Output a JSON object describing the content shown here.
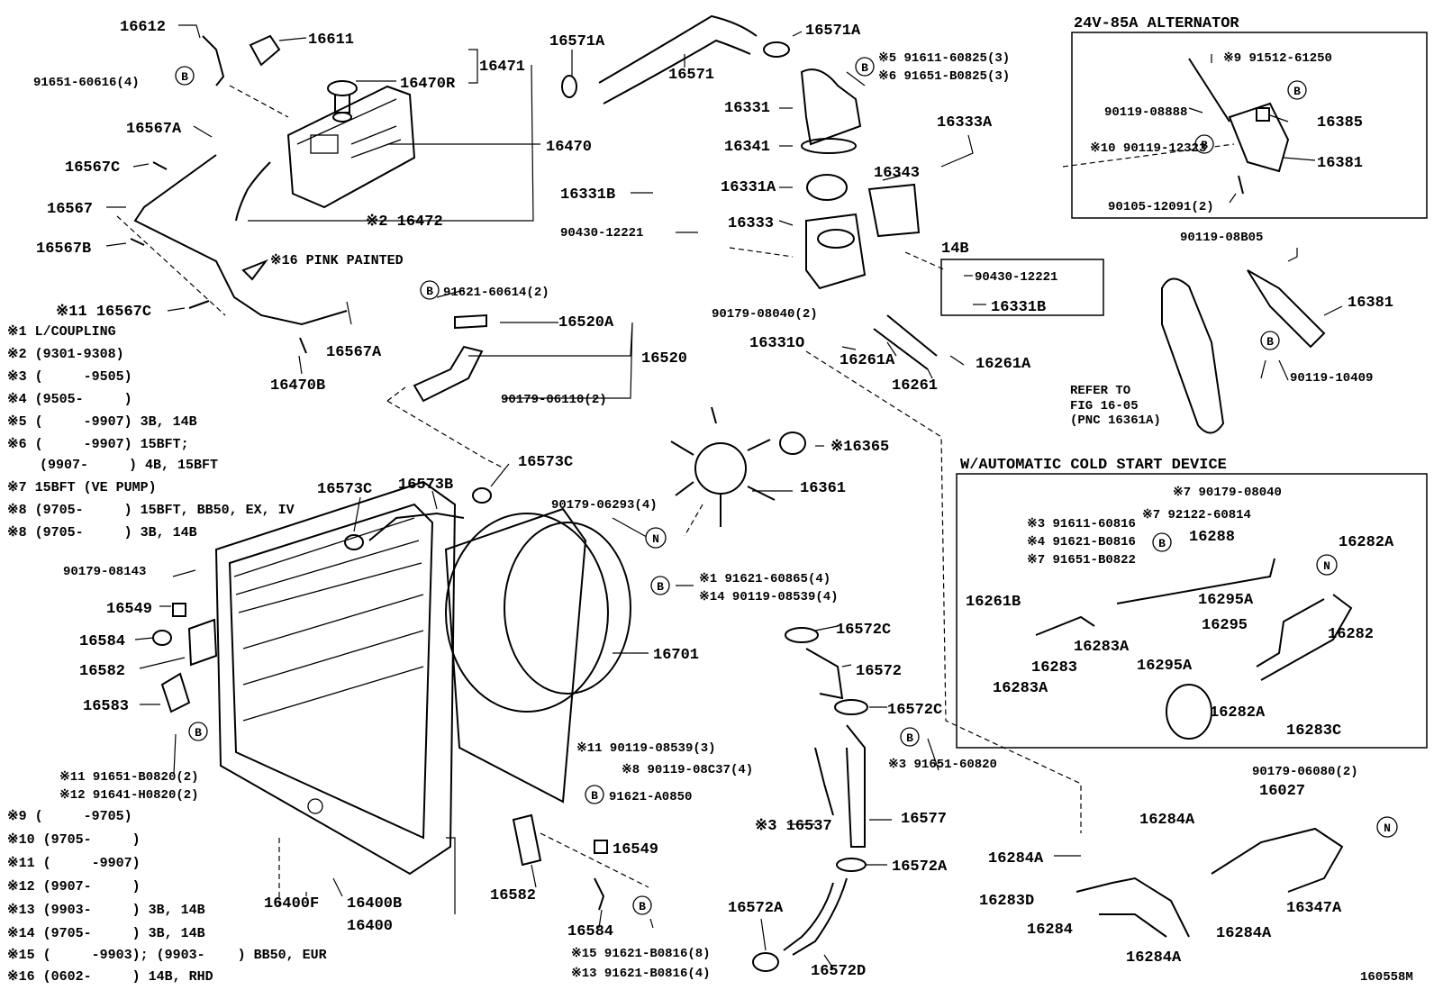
{
  "diagram_id": "160558M",
  "boxes": {
    "alternator_title": "24V-85A ALTERNATOR",
    "cold_start_title": "W/AUTOMATIC COLD START DEVICE",
    "box_14b": "14B"
  },
  "part_labels": {
    "p16612": "16612",
    "p16611": "16611",
    "p16471": "16471",
    "p16470R": "16470R",
    "p91651_60616": "91651-60616(4)",
    "p16470": "16470",
    "p16567A_top": "16567A",
    "p16567C_top": "16567C",
    "p16567": "16567",
    "p16472": "※2 16472",
    "p16567B": "16567B",
    "pink_note": "※16 PINK PAINTED",
    "p16567C_b": "※11 16567C",
    "p16567A_b": "16567A",
    "p16470B": "16470B",
    "p16571A_l": "16571A",
    "p16571": "16571",
    "p16571A_r": "16571A",
    "p91611_60825": "※5 91611-60825(3)",
    "p91651_B0825": "※6 91651-B0825(3)",
    "p16331": "16331",
    "p16341": "16341",
    "p16333A": "16333A",
    "p16343": "16343",
    "p16331A": "16331A",
    "p16331B": "16331B",
    "p90430_12221": "90430-12221",
    "p16333": "16333",
    "p90430_12221_b": "90430-12221",
    "p16331B_b": "16331B",
    "p90179_08040": "90179-08040(2)",
    "p16331O": "16331O",
    "p16261A_l": "16261A",
    "p16261": "16261",
    "p16261A_r": "16261A",
    "p91621_60614": "91621-60614(2)",
    "p16520A": "16520A",
    "p16520": "16520",
    "p90179_06110": "90179-06110(2)",
    "p16365": "※16365",
    "p16573C_r": "16573C",
    "p16573C_l": "16573C",
    "p16573B": "16573B",
    "p16361": "16361",
    "p90179_06293": "90179-06293(4)",
    "p91621_60865": "※1 91621-60865(4)",
    "p90119_08539_14": "※14 90119-08539(4)",
    "p16701": "16701",
    "p90179_08143": "90179-08143",
    "p16549_top": "16549",
    "p16584_top": "16584",
    "p16582_top": "16582",
    "p16583": "16583",
    "p91651_B0820": "※11 91651-B0820(2)",
    "p91641_H0820": "※12 91641-H0820(2)",
    "p16572C_top": "16572C",
    "p16572": "16572",
    "p16572C_mid": "16572C",
    "p90119_08539_11": "※11 90119-08539(3)",
    "p90119_08C37": "※8 90119-08C37(4)",
    "p91621_A0850": "91621-A0850",
    "p91651_60820": "※3 91651-60820",
    "p16549_bot": "16549",
    "p16537": "※3 16537",
    "p16577": "16577",
    "p16572A_r": "16572A",
    "p16582_bot": "16582",
    "p16400F": "16400F",
    "p16400B": "16400B",
    "p16400": "16400",
    "p16584_bot": "16584",
    "p91621_B0816_8": "※15 91621-B0816(8)",
    "p91621_B0816_4": "※13 91621-B0816(4)",
    "p16572A_l": "16572A",
    "p16572D": "16572D",
    "p91512_61250": "※9 91512-61250",
    "p90119_08888": "90119-08888",
    "p16385": "16385",
    "p90119_12323": "※10 90119-12323",
    "p16381_box": "16381",
    "p90105_12091": "90105-12091(2)",
    "p90119_08B05": "90119-08B05",
    "p16381": "16381",
    "p90119_10409": "90119-10409",
    "refer_1": "REFER TO",
    "refer_2": "FIG 16-05",
    "refer_3": "(PNC 16361A)",
    "cs_90179_08040": "※7 90179-08040",
    "cs_92122_60814": "※7 92122-60814",
    "cs_91611_60816": "※3 91611-60816",
    "cs_91621_B0816": "※4 91621-B0816",
    "cs_91651_B0822": "※7 91651-B0822",
    "cs_16288": "16288",
    "cs_16282A_t": "16282A",
    "cs_16261B": "16261B",
    "cs_16295A_t": "16295A",
    "cs_16295": "16295",
    "cs_16282": "16282",
    "cs_16283": "16283",
    "cs_16283A_r": "16283A",
    "cs_16283A_l": "16283A",
    "cs_16295A_b": "16295A",
    "cs_16282A_b": "16282A",
    "cs_16283C": "16283C",
    "p90179_06080": "90179-06080(2)",
    "p16027": "16027",
    "p16284A_a": "16284A",
    "p16284A_b": "16284A",
    "p16283D": "16283D",
    "p16347A": "16347A",
    "p16284": "16284",
    "p16284A_c": "16284A",
    "p16284A_d": "16284A"
  },
  "notes": [
    "※1 L/COUPLING",
    "※2 (9301-9308)",
    "※3 (     -9505)",
    "※4 (9505-     )",
    "※5 (     -9907) 3B, 14B",
    "※6 (     -9907) 15BFT;",
    "    (9907-     ) 4B, 15BFT",
    "※7 15BFT (VE PUMP)",
    "※8 (9705-     ) 15BFT, BB50, EX, IV",
    "※8 (9705-     ) 3B, 14B"
  ],
  "notes_bottom": [
    "※9 (     -9705)",
    "※10 (9705-     )",
    "※11 (     -9907)",
    "※12 (9907-     )",
    "※13 (9903-     ) 3B, 14B",
    "※14 (9705-     ) 3B, 14B",
    "※15 (     -9903); (9903-    ) BB50, EUR",
    "※16 (0602-     ) 14B, RHD"
  ],
  "badges": {
    "b": "B",
    "n": "N"
  }
}
